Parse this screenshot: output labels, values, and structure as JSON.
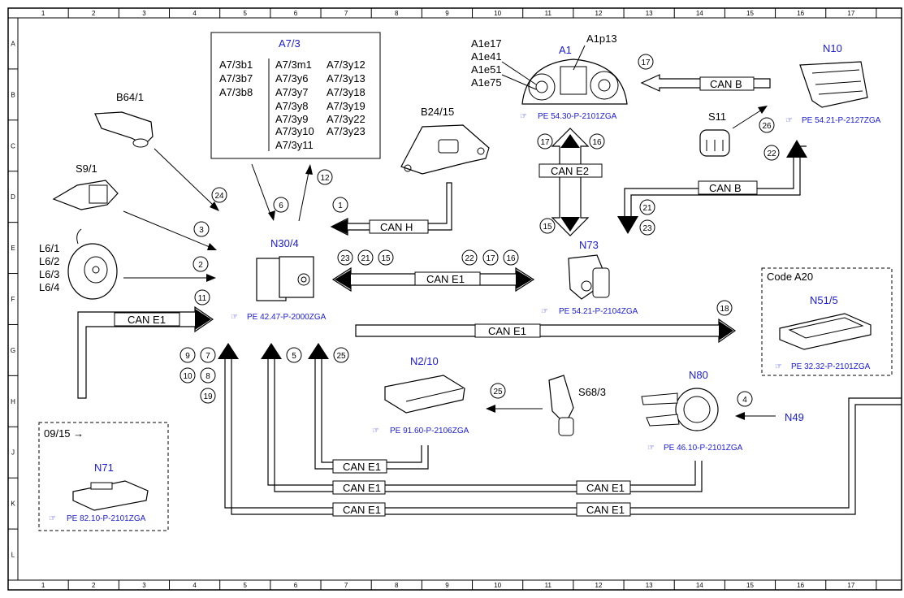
{
  "grid": {
    "columns": [
      "1",
      "2",
      "3",
      "4",
      "5",
      "6",
      "7",
      "8",
      "9",
      "10",
      "11",
      "12",
      "13",
      "14",
      "15",
      "16",
      "17"
    ],
    "rows": [
      "A",
      "B",
      "C",
      "D",
      "E",
      "F",
      "G",
      "H",
      "J",
      "K",
      "L"
    ]
  },
  "components": {
    "a7_3": {
      "title": "A7/3",
      "col1": [
        "A7/3b1",
        "A7/3b7",
        "A7/3b8"
      ],
      "col2": [
        "A7/3m1",
        "A7/3y6",
        "A7/3y7",
        "A7/3y8",
        "A7/3y9",
        "A7/3y10",
        "A7/3y11"
      ],
      "col3": [
        "A7/3y12",
        "A7/3y13",
        "A7/3y18",
        "A7/3y19",
        "A7/3y22",
        "A7/3y23"
      ]
    },
    "a1": {
      "title": "A1",
      "labels": [
        "A1e17",
        "A1e41",
        "A1e51",
        "A1e75"
      ],
      "side_label": "A1p13",
      "ref": "PE 54.30-P-2101ZGA"
    },
    "n10": {
      "title": "N10",
      "ref": "PE 54.21-P-2127ZGA"
    },
    "b64_1": {
      "title": "B64/1"
    },
    "b24_15": {
      "title": "B24/15"
    },
    "s9_1": {
      "title": "S9/1"
    },
    "s11": {
      "title": "S11"
    },
    "l6": {
      "labels": [
        "L6/1",
        "L6/2",
        "L6/3",
        "L6/4"
      ]
    },
    "n30_4": {
      "title": "N30/4",
      "ref": "PE 42.47-P-2000ZGA"
    },
    "n73": {
      "title": "N73",
      "ref": "PE 54.21-P-2104ZGA"
    },
    "n51_5": {
      "title": "N51/5",
      "code": "Code A20",
      "ref": "PE 32.32-P-2101ZGA"
    },
    "n2_10": {
      "title": "N2/10",
      "ref": "PE 91.60-P-2106ZGA"
    },
    "s68_3": {
      "title": "S68/3"
    },
    "n80": {
      "title": "N80",
      "ref": "PE 46.10-P-2101ZGA"
    },
    "n49": {
      "title": "N49"
    },
    "n71": {
      "title": "N71",
      "date": "09/15 →",
      "ref": "PE 82.10-P-2101ZGA"
    }
  },
  "buses": {
    "can_b": "CAN B",
    "can_e2": "CAN E2",
    "can_h": "CAN H",
    "can_e1": "CAN E1"
  },
  "numbers": {
    "n17a": "17",
    "n26": "26",
    "n22a": "22",
    "n17b": "17",
    "n16a": "16",
    "n15a": "15",
    "n21a": "21",
    "n23a": "23",
    "n12": "12",
    "n24": "24",
    "n6": "6",
    "n3": "3",
    "n2": "2",
    "n11": "11",
    "n1": "1",
    "n23b": "23",
    "n21b": "21",
    "n15b": "15",
    "n22b": "22",
    "n17c": "17",
    "n16b": "16",
    "n18": "18",
    "n9": "9",
    "n7": "7",
    "n10": "10",
    "n8": "8",
    "n19": "19",
    "n5": "5",
    "n25a": "25",
    "n25b": "25",
    "n4": "4"
  }
}
